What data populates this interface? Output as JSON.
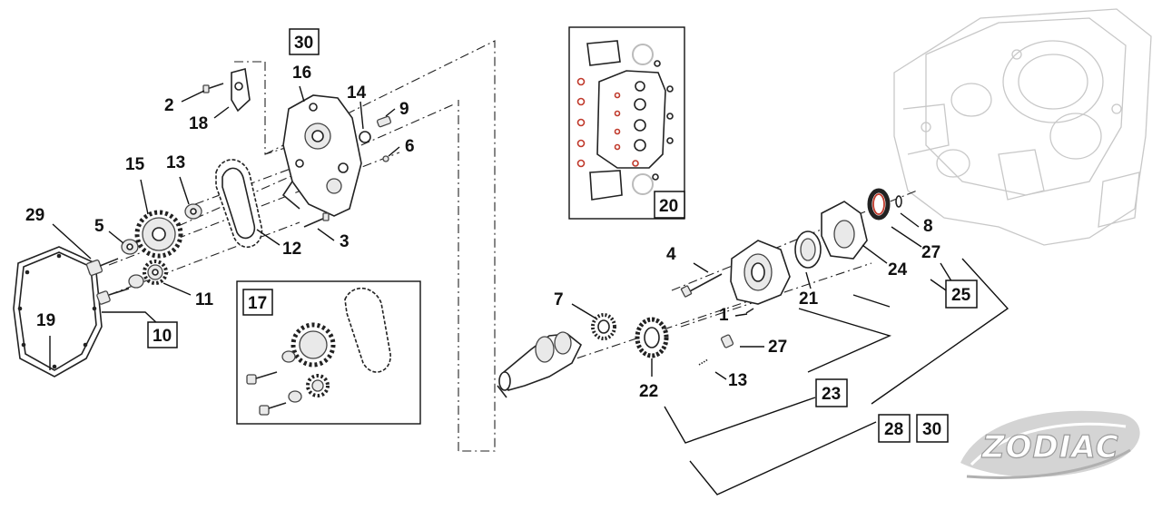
{
  "labels": {
    "p1": "1",
    "p2": "2",
    "p3": "3",
    "p4": "4",
    "p5": "5",
    "p6": "6",
    "p7": "7",
    "p8": "8",
    "p9": "9",
    "p11": "11",
    "p12": "12",
    "p13a": "13",
    "p13b": "13",
    "p14": "14",
    "p15": "15",
    "p16": "16",
    "p18": "18",
    "p19": "19",
    "p21": "21",
    "p22": "22",
    "p24": "24",
    "p27a": "27",
    "p27b": "27",
    "p29": "29"
  },
  "boxed_labels": {
    "b10": "10",
    "b17": "17",
    "b20": "20",
    "b23": "23",
    "b25": "25",
    "b28": "28",
    "b30a": "30",
    "b30b": "30"
  },
  "brand": {
    "logo_text": "ZODIAC",
    "colors": {
      "line": "#111111",
      "ghost": "#c8c8c8",
      "gasket_red": "#c0392b"
    }
  }
}
